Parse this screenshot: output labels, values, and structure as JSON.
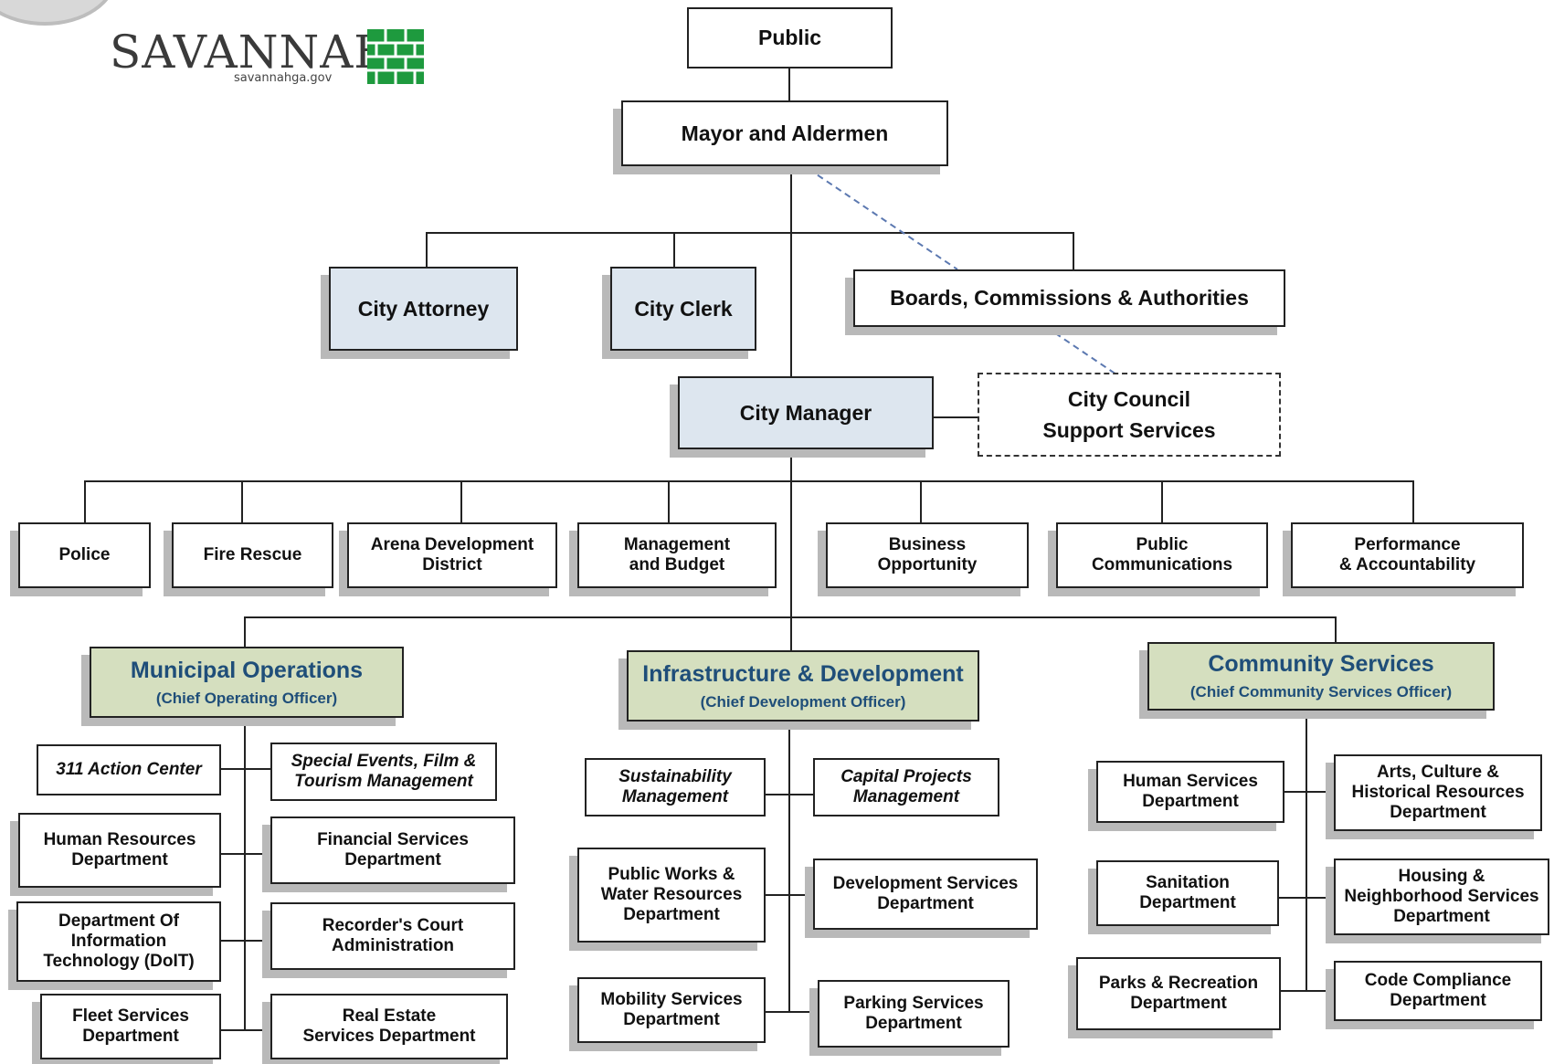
{
  "logo": {
    "name": "SAVANNAH",
    "url": "savannahga.gov",
    "colors": {
      "mark": "#1e9a3e",
      "text": "#3a3a3a"
    }
  },
  "top": {
    "public": "Public",
    "mayor": "Mayor and Aldermen",
    "city_attorney": "City Attorney",
    "city_clerk": "City Clerk",
    "boards": "Boards, Commissions & Authorities",
    "city_manager": "City Manager",
    "council_support": [
      "City Council",
      "Support Services"
    ]
  },
  "offices": [
    {
      "label": [
        "Police"
      ]
    },
    {
      "label": [
        "Fire Rescue"
      ]
    },
    {
      "label": [
        "Arena Development",
        "District"
      ]
    },
    {
      "label": [
        "Management",
        "and Budget"
      ]
    },
    {
      "label": [
        "Business",
        "Opportunity"
      ]
    },
    {
      "label": [
        "Public",
        "Communications"
      ]
    },
    {
      "label": [
        "Performance",
        "& Accountability"
      ]
    }
  ],
  "groups": {
    "municipal": {
      "title": "Municipal Operations",
      "officer": "(Chief Operating Officer)"
    },
    "infrastructure": {
      "title": "Infrastructure & Development",
      "officer": "(Chief Development Officer)"
    },
    "community": {
      "title": "Community Services",
      "officer": "(Chief Community Services Officer)"
    }
  },
  "municipal_left": [
    [
      "311 Action Center"
    ],
    [
      "Human Resources",
      "Department"
    ],
    [
      "Department Of",
      "Information",
      "Technology (DoIT)"
    ],
    [
      "Fleet Services",
      "Department"
    ]
  ],
  "municipal_right": [
    [
      "Special Events, Film &",
      "Tourism Management"
    ],
    [
      "Financial Services",
      "Department"
    ],
    [
      "Recorder's Court",
      "Administration"
    ],
    [
      "Real Estate",
      "Services Department"
    ]
  ],
  "infra_left": [
    [
      "Sustainability",
      "Management"
    ],
    [
      "Public Works &",
      "Water Resources",
      "Department"
    ],
    [
      "Mobility Services",
      "Department"
    ]
  ],
  "infra_right": [
    [
      "Capital Projects",
      "Management"
    ],
    [
      "Development Services",
      "Department"
    ],
    [
      "Parking Services",
      "Department"
    ]
  ],
  "community_left": [
    [
      "Human Services",
      "Department"
    ],
    [
      "Sanitation",
      "Department"
    ],
    [
      "Parks & Recreation",
      "Department"
    ]
  ],
  "community_right": [
    [
      "Arts, Culture &",
      "Historical Resources",
      "Department"
    ],
    [
      "Housing &",
      "Neighborhood Services",
      "Department"
    ],
    [
      "Code Compliance",
      "Department"
    ]
  ],
  "colors": {
    "blue_box": "#dde6ef",
    "green_box": "#d5dfbf",
    "header_text": "#1f4e79",
    "line": "#222222",
    "dash_line": "#5b78b0"
  }
}
